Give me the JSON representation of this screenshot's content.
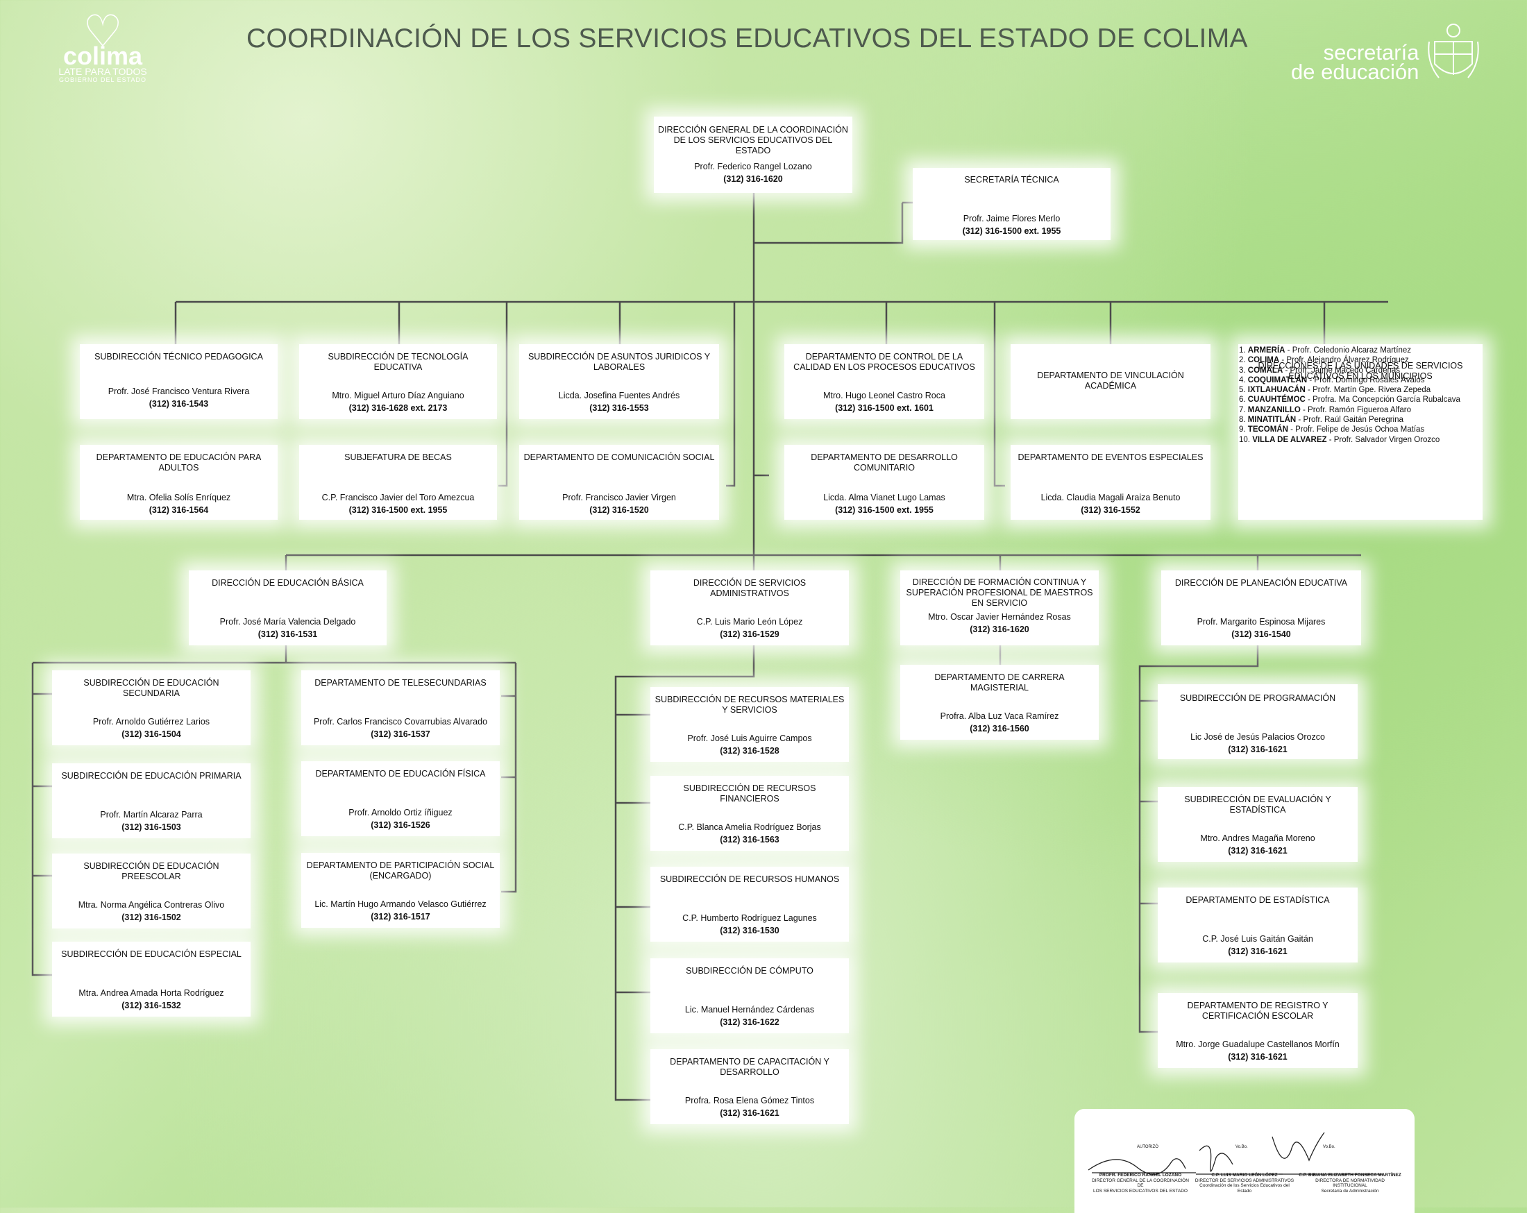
{
  "title": "COORDINACIÓN DE LOS SERVICIOS EDUCATIVOS DEL ESTADO DE COLIMA",
  "logo_left": {
    "word": "colima",
    "line1": "LATE PARA TODOS",
    "line2": "GOBIERNO DEL ESTADO"
  },
  "logo_right": {
    "line1": "secretaría",
    "line2": "de educación"
  },
  "boxes": {
    "dg": {
      "t": "DIRECCIÓN GENERAL DE LA COORDINACIÓN DE LOS SERVICIOS EDUCATIVOS DEL ESTADO",
      "p": "Profr. Federico Rangel Lozano",
      "tel": "(312) 316-1620"
    },
    "st": {
      "t": "SECRETARÍA TÉCNICA",
      "p": "Profr. Jaime Flores Merlo",
      "tel": "(312) 316-1500 ext. 1955"
    },
    "stp": {
      "t": "SUBDIRECCIÓN TÉCNICO PEDAGOGICA",
      "p": "Profr. José Francisco Ventura Rivera",
      "tel": "(312) 316-1543"
    },
    "dea": {
      "t": "DEPARTAMENTO DE EDUCACIÓN PARA ADULTOS",
      "p": "Mtra. Ofelia Solís Enríquez",
      "tel": "(312) 316-1564"
    },
    "ste": {
      "t": "SUBDIRECCIÓN DE TECNOLOGÍA EDUCATIVA",
      "p": "Mtro. Miguel Arturo Díaz Anguiano",
      "tel": "(312) 316-1628 ext. 2173"
    },
    "sb": {
      "t": "SUBJEFATURA DE BECAS",
      "p": "C.P. Francisco Javier del Toro Amezcua",
      "tel": "(312) 316-1500 ext. 1955"
    },
    "saj": {
      "t": "SUBDIRECCIÓN DE ASUNTOS JURIDICOS Y LABORALES",
      "p": "Licda. Josefina Fuentes Andrés",
      "tel": "(312) 316-1553"
    },
    "dcs": {
      "t": "DEPARTAMENTO DE COMUNICACIÓN SOCIAL",
      "p": "Profr. Francisco Javier Virgen",
      "tel": "(312) 316-1520"
    },
    "dcc": {
      "t": "DEPARTAMENTO DE CONTROL DE LA CALIDAD EN LOS PROCESOS EDUCATIVOS",
      "p": "Mtro. Hugo Leonel Castro Roca",
      "tel": "(312) 316-1500 ext. 1601"
    },
    "ddc": {
      "t": "DEPARTAMENTO DE DESARROLLO COMUNITARIO",
      "p": "Licda. Alma Vianet Lugo Lamas",
      "tel": "(312) 316-1500 ext. 1955"
    },
    "dva": {
      "t": "DEPARTAMENTO DE VINCULACIÓN ACADÉMICA",
      "p": "",
      "tel": ""
    },
    "dee": {
      "t": "DEPARTAMENTO DE EVENTOS ESPECIALES",
      "p": "Licda. Claudia Magali Araiza Benuto",
      "tel": "(312) 316-1552"
    },
    "dus": {
      "t": "DIRECCIONES DE LAS UNIDADES DE SERVICIOS EDUCATIVOS EN LOS MUNICIPIOS",
      "p": "",
      "tel": ""
    },
    "deb": {
      "t": "DIRECCIÓN DE EDUCACIÓN BÁSICA",
      "p": "Profr. José María Valencia Delgado",
      "tel": "(312) 316-1531"
    },
    "dsa": {
      "t": "DIRECCIÓN DE SERVICIOS ADMINISTRATIVOS",
      "p": "C.P. Luis Mario León López",
      "tel": "(312) 316-1529"
    },
    "dfc": {
      "t": "DIRECCIÓN DE FORMACIÓN CONTINUA Y SUPERACIÓN PROFESIONAL DE MAESTROS EN SERVICIO",
      "p": "Mtro. Oscar Javier Hernández Rosas",
      "tel": "(312) 316-1620"
    },
    "dpe": {
      "t": "DIRECCIÓN DE PLANEACIÓN EDUCATIVA",
      "p": "Profr. Margarito Espinosa Mijares",
      "tel": "(312) 316-1540"
    },
    "ses": {
      "t": "SUBDIRECCIÓN DE EDUCACIÓN SECUNDARIA",
      "p": "Profr. Arnoldo  Gutiérrez Larios",
      "tel": "(312) 316-1504"
    },
    "sep": {
      "t": "SUBDIRECCIÓN DE EDUCACIÓN PRIMARIA",
      "p": "Profr. Martín Alcaraz Parra",
      "tel": "(312) 316-1503"
    },
    "spr": {
      "t": "SUBDIRECCIÓN DE EDUCACIÓN PREESCOLAR",
      "p": "Mtra. Norma Angélica Contreras Olivo",
      "tel": "(312) 316-1502"
    },
    "sesp": {
      "t": "SUBDIRECCIÓN DE EDUCACIÓN ESPECIAL",
      "p": "Mtra. Andrea Amada Horta Rodríguez",
      "tel": "(312) 316-1532"
    },
    "dts": {
      "t": "DEPARTAMENTO DE TELESECUNDARIAS",
      "p": "Profr. Carlos Francisco Covarrubias Alvarado",
      "tel": "(312) 316-1537"
    },
    "def": {
      "t": "DEPARTAMENTO DE EDUCACIÓN FÍSICA",
      "p": "Profr. Arnoldo Ortiz íñiguez",
      "tel": "(312) 316-1526"
    },
    "dps": {
      "t": "DEPARTAMENTO DE PARTICIPACIÓN SOCIAL (ENCARGADO)",
      "p": "Lic. Martín Hugo Armando Velasco Gutiérrez",
      "tel": "(312) 316-1517"
    },
    "srm": {
      "t": "SUBDIRECCIÓN DE RECURSOS MATERIALES Y SERVICIOS",
      "p": "Profr. José Luis Aguirre Campos",
      "tel": "(312) 316-1528"
    },
    "srf": {
      "t": "SUBDIRECCIÓN DE RECURSOS FINANCIEROS",
      "p": "C.P. Blanca Amelia Rodríguez Borjas",
      "tel": "(312) 316-1563"
    },
    "srh": {
      "t": "SUBDIRECCIÓN DE RECURSOS HUMANOS",
      "p": "C.P. Humberto Rodríguez Lagunes",
      "tel": "(312) 316-1530"
    },
    "sc": {
      "t": "SUBDIRECCIÓN DE CÓMPUTO",
      "p": "Lic. Manuel Hernández Cárdenas",
      "tel": "(312) 316-1622"
    },
    "dcd": {
      "t": "DEPARTAMENTO DE CAPACITACIÓN Y DESARROLLO",
      "p": "Profra. Rosa Elena Gómez Tintos",
      "tel": "(312) 316-1621"
    },
    "dcm": {
      "t": "DEPARTAMENTO DE CARRERA MAGISTERIAL",
      "p": "Profra. Alba Luz Vaca Ramírez",
      "tel": "(312) 316-1560"
    },
    "spg": {
      "t": "SUBDIRECCIÓN DE PROGRAMACIÓN",
      "p": "Lic José de Jesús Palacios Orozco",
      "tel": "(312) 316-1621"
    },
    "sev": {
      "t": "SUBDIRECCIÓN DE EVALUACIÓN Y ESTADÍSTICA",
      "p": "Mtro. Andres Magaña Moreno",
      "tel": "(312) 316-1621"
    },
    "dest": {
      "t": "DEPARTAMENTO DE ESTADÍSTICA",
      "p": "C.P. José Luis Gaitán Gaitán",
      "tel": "(312) 316-1621"
    },
    "drc": {
      "t": "DEPARTAMENTO DE REGISTRO Y CERTIFICACIÓN ESCOLAR",
      "p": "Mtro. Jorge Guadalupe Castellanos Morfín",
      "tel": "(312) 316-1621"
    }
  },
  "municipios": [
    {
      "n": "1.",
      "m": "ARMERÍA",
      "d": " - Profr. Celedonio Alcaraz Martínez"
    },
    {
      "n": "2.",
      "m": "COLIMA",
      "d": " - Profr. Alejandro Álvarez Rodríguez"
    },
    {
      "n": "3.",
      "m": "COMALA",
      "d": " - Profr. Jaime Macedo Cárdenas"
    },
    {
      "n": "4.",
      "m": "COQUIMATLÁN",
      "d": " - Profr. Domingo Rosales Ávalos"
    },
    {
      "n": "5.",
      "m": "IXTLAHUACÁN",
      "d": " - Profr. Martín Gpe. Rivera Zepeda"
    },
    {
      "n": "6.",
      "m": "CUAUHTÉMOC",
      "d": " - Profra. Ma Concepción García Rubalcava"
    },
    {
      "n": "7.",
      "m": "MANZANILLO",
      "d": " - Profr. Ramón Figueroa Alfaro"
    },
    {
      "n": "8.",
      "m": "MINATITLÁN",
      "d": " - Profr. Raúl Gaitán Peregrina"
    },
    {
      "n": "9.",
      "m": "TECOMÁN",
      "d": " - Profr. Felipe de Jesús Ochoa Matías"
    },
    {
      "n": "10.",
      "m": "VILLA DE ALVAREZ",
      "d": " - Profr. Salvador Virgen Orozco"
    }
  ],
  "signatures": [
    {
      "role": "AUTORIZÓ",
      "name": "PROFR. FEDERICO RANGEL LOZANO",
      "l1": "DIRECTOR GENERAL DE LA COORDINACIÓN DE",
      "l2": "LOS SERVICIOS EDUCATIVOS DEL ESTADO"
    },
    {
      "role": "Vo.Bo.",
      "name": "C.P. LUIS MARIO LEÓN LÓPEZ",
      "l1": "DIRECTOR DE SERVICIOS ADMINISTRATIVOS",
      "l2": "Coordinación de los Servicios Educativos del Estado"
    },
    {
      "role": "Vo.Bo.",
      "name": "C.P. BIBIANA ELIZABETH FONSECA MARTÍNEZ",
      "l1": "DIRECTORA DE NORMATIVIDAD INSTITUCIONAL",
      "l2": "Secretaría de Administración"
    }
  ]
}
